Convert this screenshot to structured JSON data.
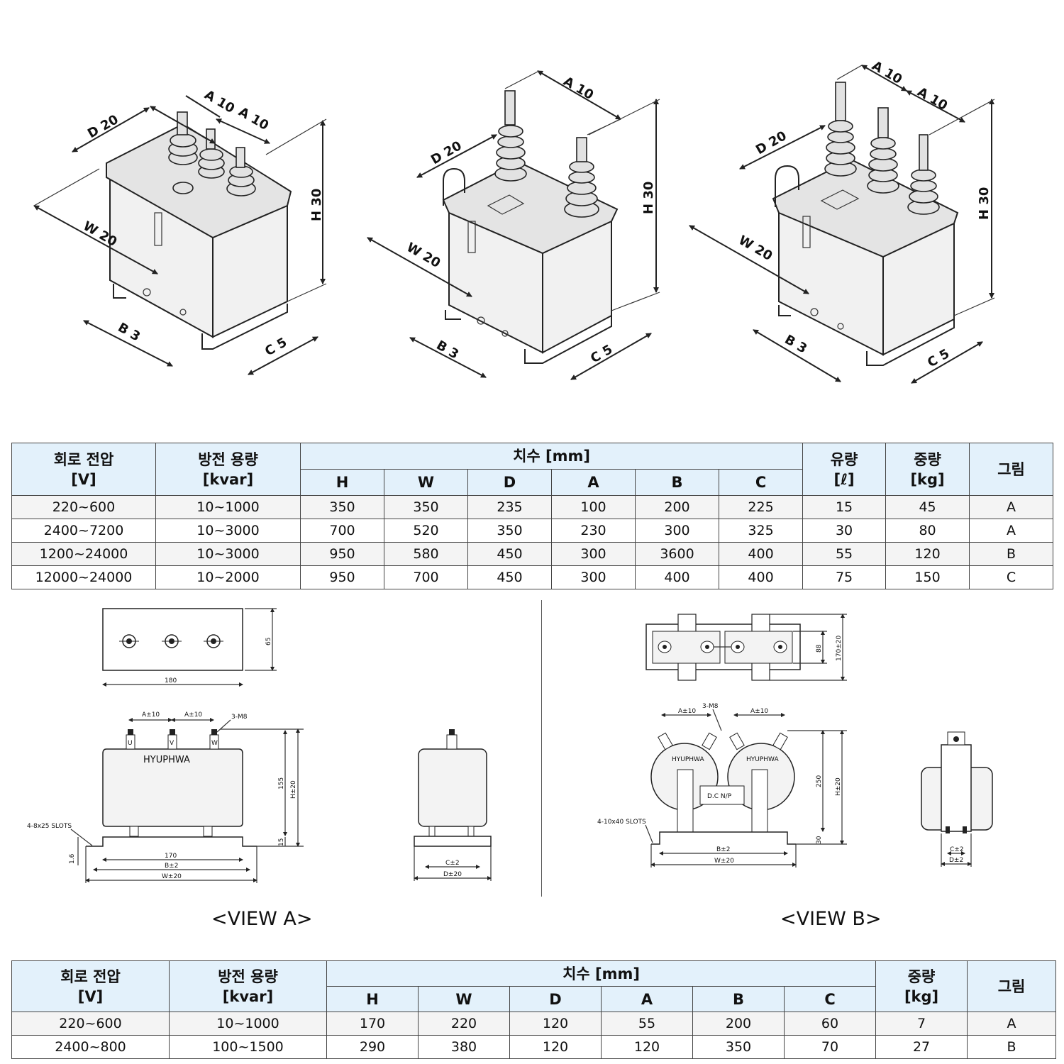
{
  "iso_views": {
    "view1": {
      "a1": "A 10",
      "a2": "A 10",
      "d": "D 20",
      "w": "W 20",
      "h": "H 30",
      "b": "B 3",
      "c": "C 5"
    },
    "view2": {
      "a1": "A 10",
      "d": "D 20",
      "w": "W 20",
      "h": "H 30",
      "b": "B 3",
      "c": "C 5"
    },
    "view3": {
      "a1": "A 10",
      "a2": "A 10",
      "d": "D 20",
      "w": "W 20",
      "h": "H 30",
      "b": "B 3",
      "c": "C 5"
    }
  },
  "table1": {
    "headers": {
      "voltage_l1": "회로 전압",
      "voltage_l2": "[V]",
      "capacity_l1": "방전 용량",
      "capacity_l2": "[kvar]",
      "dimensions": "치수 [mm]",
      "oil_l1": "유량",
      "oil_l2": "[ℓ]",
      "weight_l1": "중량",
      "weight_l2": "[kg]",
      "figure": "그림",
      "sub": [
        "H",
        "W",
        "D",
        "A",
        "B",
        "C"
      ]
    },
    "rows": [
      [
        "220~600",
        "10~1000",
        "350",
        "350",
        "235",
        "100",
        "200",
        "225",
        "15",
        "45",
        "A"
      ],
      [
        "2400~7200",
        "10~3000",
        "700",
        "520",
        "350",
        "230",
        "300",
        "325",
        "30",
        "80",
        "A"
      ],
      [
        "1200~24000",
        "10~3000",
        "950",
        "580",
        "450",
        "300",
        "3600",
        "400",
        "55",
        "120",
        "B"
      ],
      [
        "12000~24000",
        "10~2000",
        "950",
        "700",
        "450",
        "300",
        "400",
        "400",
        "75",
        "150",
        "C"
      ]
    ]
  },
  "view_a": {
    "label": "<VIEW A>",
    "top_width": "180",
    "top_height": "65",
    "a1": "A±10",
    "a2": "A±10",
    "bolt": "3-M8",
    "brand": "HYUPHWA",
    "terminals": [
      "U",
      "V",
      "W"
    ],
    "h155": "155",
    "h_total": "H±20",
    "h15": "15",
    "slots": "4-8x25 SLOTS",
    "t16": "1.6",
    "w170": "170",
    "b": "B±2",
    "w": "W±20",
    "c": "C±2",
    "d": "D±20"
  },
  "view_b": {
    "label": "<VIEW B>",
    "h88": "88",
    "h170": "170±20",
    "a1": "A±10",
    "a2": "A±10",
    "bolt": "3-M8",
    "brand1": "HYUPHWA",
    "brand2": "HYUPHWA",
    "np": "D.C N/P",
    "h250": "250",
    "h_total": "H±20",
    "h30": "30",
    "slots": "4-10x40 SLOTS",
    "b": "B±2",
    "w": "W±20",
    "c": "C±2",
    "d": "D±2"
  },
  "table2": {
    "headers": {
      "voltage_l1": "회로 전압",
      "voltage_l2": "[V]",
      "capacity_l1": "방전 용량",
      "capacity_l2": "[kvar]",
      "dimensions": "치수 [mm]",
      "weight_l1": "중량",
      "weight_l2": "[kg]",
      "figure": "그림",
      "sub": [
        "H",
        "W",
        "D",
        "A",
        "B",
        "C"
      ]
    },
    "rows": [
      [
        "220~600",
        "10~1000",
        "170",
        "220",
        "120",
        "55",
        "200",
        "60",
        "7",
        "A"
      ],
      [
        "2400~800",
        "100~1500",
        "290",
        "380",
        "120",
        "120",
        "350",
        "70",
        "27",
        "B"
      ]
    ]
  }
}
